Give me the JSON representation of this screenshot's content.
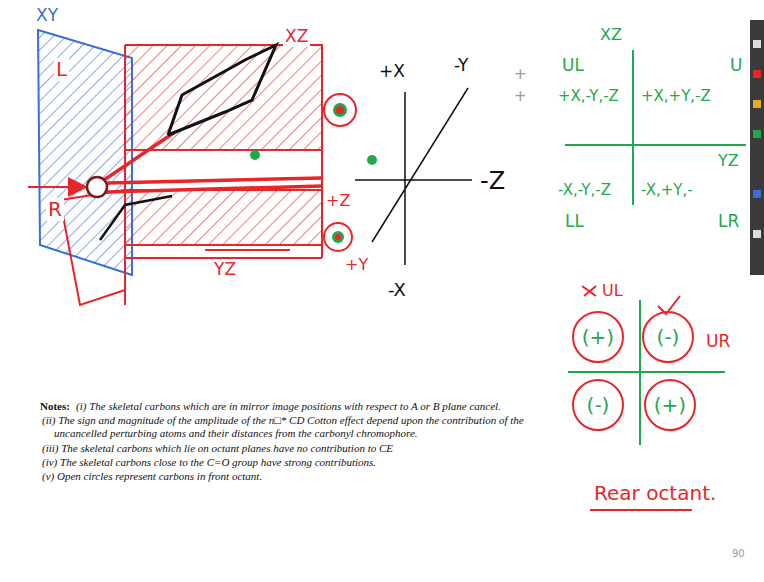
{
  "diagram": {
    "nodes": [
      {
        "text": [
          "(+)"
        ]
      },
      {
        "text": [
          "(-)"
        ]
      },
      {
        "text": [
          "(-)"
        ]
      },
      {
        "text": [
          "(+)"
        ]
      }
    ],
    "labels": [
      "XY",
      "XZ",
      "L",
      "R",
      "+Z",
      "YZ",
      "+Y",
      "+X",
      "-Y",
      "-Z",
      "-X",
      "+",
      "+",
      "XZ",
      "UL",
      "U",
      "+X,-Y,-Z",
      "+X,+Y,-Z",
      "YZ",
      "-X,-Y,-Z",
      "-X,+Y,-",
      "LL",
      "LR",
      "UL",
      "UR",
      "Rear octant.",
      "Notes:",
      "(i) The skeletal carbons which are in mirror image positions with respect to A or B plane cancel.",
      "(ii) The sign and magnitude of the amplitude of the n□* CD Cotton effect depend upon the contribution of the uncancelled perturbing atoms and their distances from the carbonyl chromophore.",
      "(iii) The skeletal carbons which lie on octant planes have no contribution to CE",
      "(iv) The skeletal carbons close to the C=O group have strong contributions.",
      "(v) Open circles represent carbons in front octant.",
      "90"
    ]
  }
}
